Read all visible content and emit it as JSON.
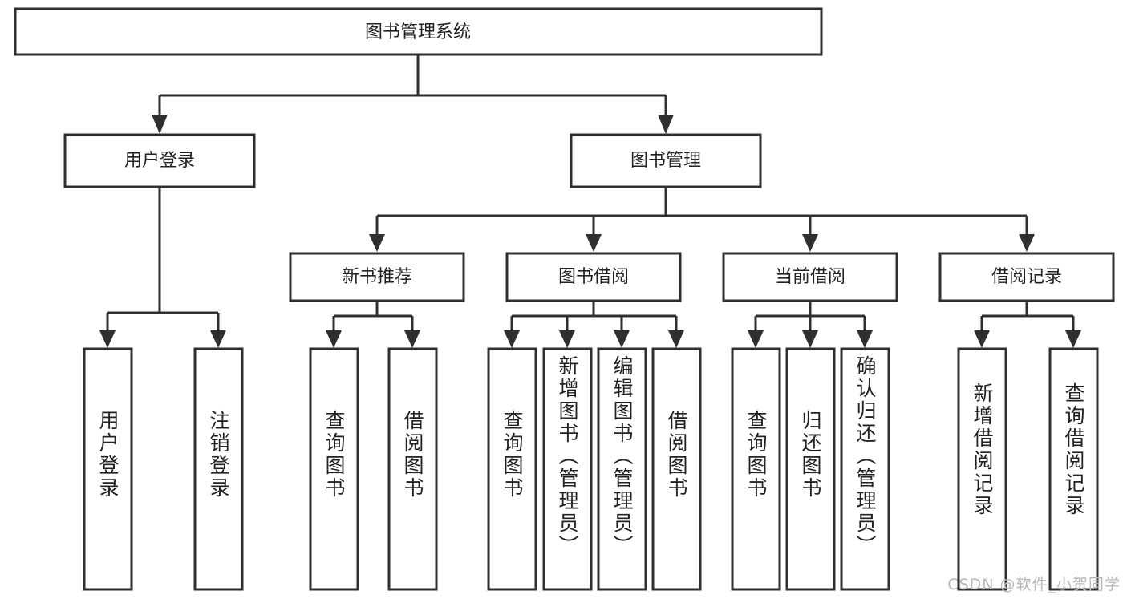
{
  "diagram": {
    "type": "tree-hierarchy",
    "orientation": "top-down",
    "title": "图书管理系统",
    "root": {
      "id": "root",
      "label": "图书管理系统"
    },
    "level2": [
      {
        "id": "user-login",
        "label": "用户登录"
      },
      {
        "id": "book-manage",
        "label": "图书管理"
      }
    ],
    "level3": [
      {
        "id": "new-book-rec",
        "label": "新书推荐",
        "parent": "book-manage"
      },
      {
        "id": "book-borrow",
        "label": "图书借阅",
        "parent": "book-manage"
      },
      {
        "id": "current-borrow",
        "label": "当前借阅",
        "parent": "book-manage"
      },
      {
        "id": "borrow-record",
        "label": "借阅记录",
        "parent": "book-manage"
      }
    ],
    "leaves": {
      "user-login": [
        {
          "id": "leaf-user-login",
          "label": "用户登录"
        },
        {
          "id": "leaf-logout",
          "label": "注销登录"
        }
      ],
      "new-book-rec": [
        {
          "id": "leaf-query-book-1",
          "label": "查询图书"
        },
        {
          "id": "leaf-borrow-book-1",
          "label": "借阅图书"
        }
      ],
      "book-borrow": [
        {
          "id": "leaf-query-book-2",
          "label": "查询图书"
        },
        {
          "id": "leaf-add-book",
          "label": "新增图书（管理员）"
        },
        {
          "id": "leaf-edit-book",
          "label": "编辑图书（管理员）"
        },
        {
          "id": "leaf-borrow-book-2",
          "label": "借阅图书"
        }
      ],
      "current-borrow": [
        {
          "id": "leaf-query-book-3",
          "label": "查询图书"
        },
        {
          "id": "leaf-return-book",
          "label": "归还图书"
        },
        {
          "id": "leaf-confirm-return",
          "label": "确认归还（管理员）"
        }
      ],
      "borrow-record": [
        {
          "id": "leaf-add-record",
          "label": "新增借阅记录"
        },
        {
          "id": "leaf-query-record",
          "label": "查询借阅记录"
        }
      ]
    },
    "colors": {
      "box_stroke": "#2f2f2f",
      "box_fill": "#ffffff",
      "text": "#222222",
      "background": "#ffffff",
      "watermark": "#b9b9b9"
    }
  },
  "watermark": {
    "text": "CSDN @软件_小贺同学"
  }
}
